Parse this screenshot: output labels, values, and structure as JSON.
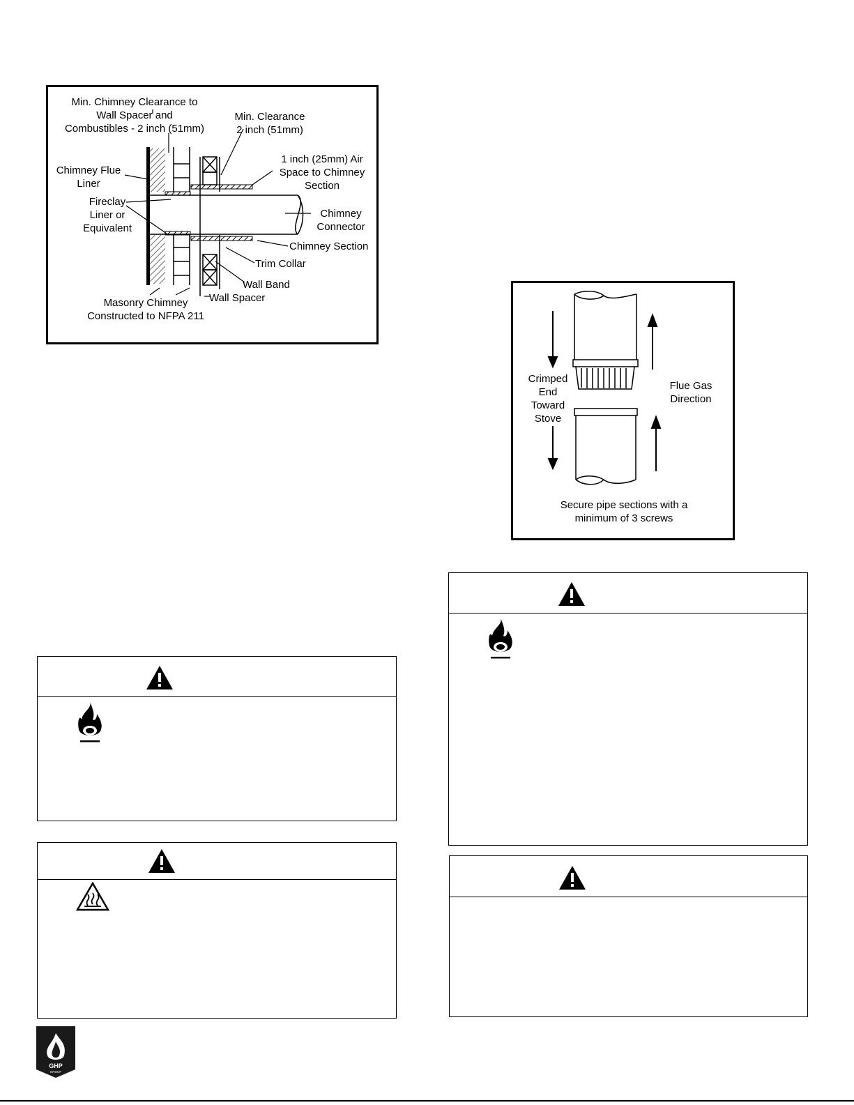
{
  "figure1": {
    "labels": {
      "min_chimney_clearance": "Min. Chimney Clearance to\nWall Spacer and\nCombustibles - 2 inch (51mm)",
      "min_clearance": "Min. Clearance\n2 inch (51mm)",
      "air_space": "1 inch (25mm) Air\nSpace to Chimney\nSection",
      "chimney_flue_liner": "Chimney Flue\nLiner",
      "fireclay_liner": "Fireclay\nLiner or\nEquivalent",
      "chimney_connector": "Chimney\nConnector",
      "chimney_section": "Chimney Section",
      "trim_collar": "Trim Collar",
      "wall_band": "Wall Band",
      "wall_spacer": "Wall Spacer",
      "masonry_chimney": "Masonry Chimney\nConstructed to NFPA 211"
    }
  },
  "figure2": {
    "labels": {
      "crimped_end": "Crimped\nEnd\nToward\nStove",
      "flue_gas": "Flue Gas\nDirection",
      "secure_note": "Secure pipe sections with a\nminimum of 3 screws"
    }
  },
  "icons": {
    "warning": "warning-triangle-icon",
    "fire": "flammable-fire-icon",
    "hot_surface": "hot-surface-icon",
    "logo_text": "GHP GROUP"
  }
}
